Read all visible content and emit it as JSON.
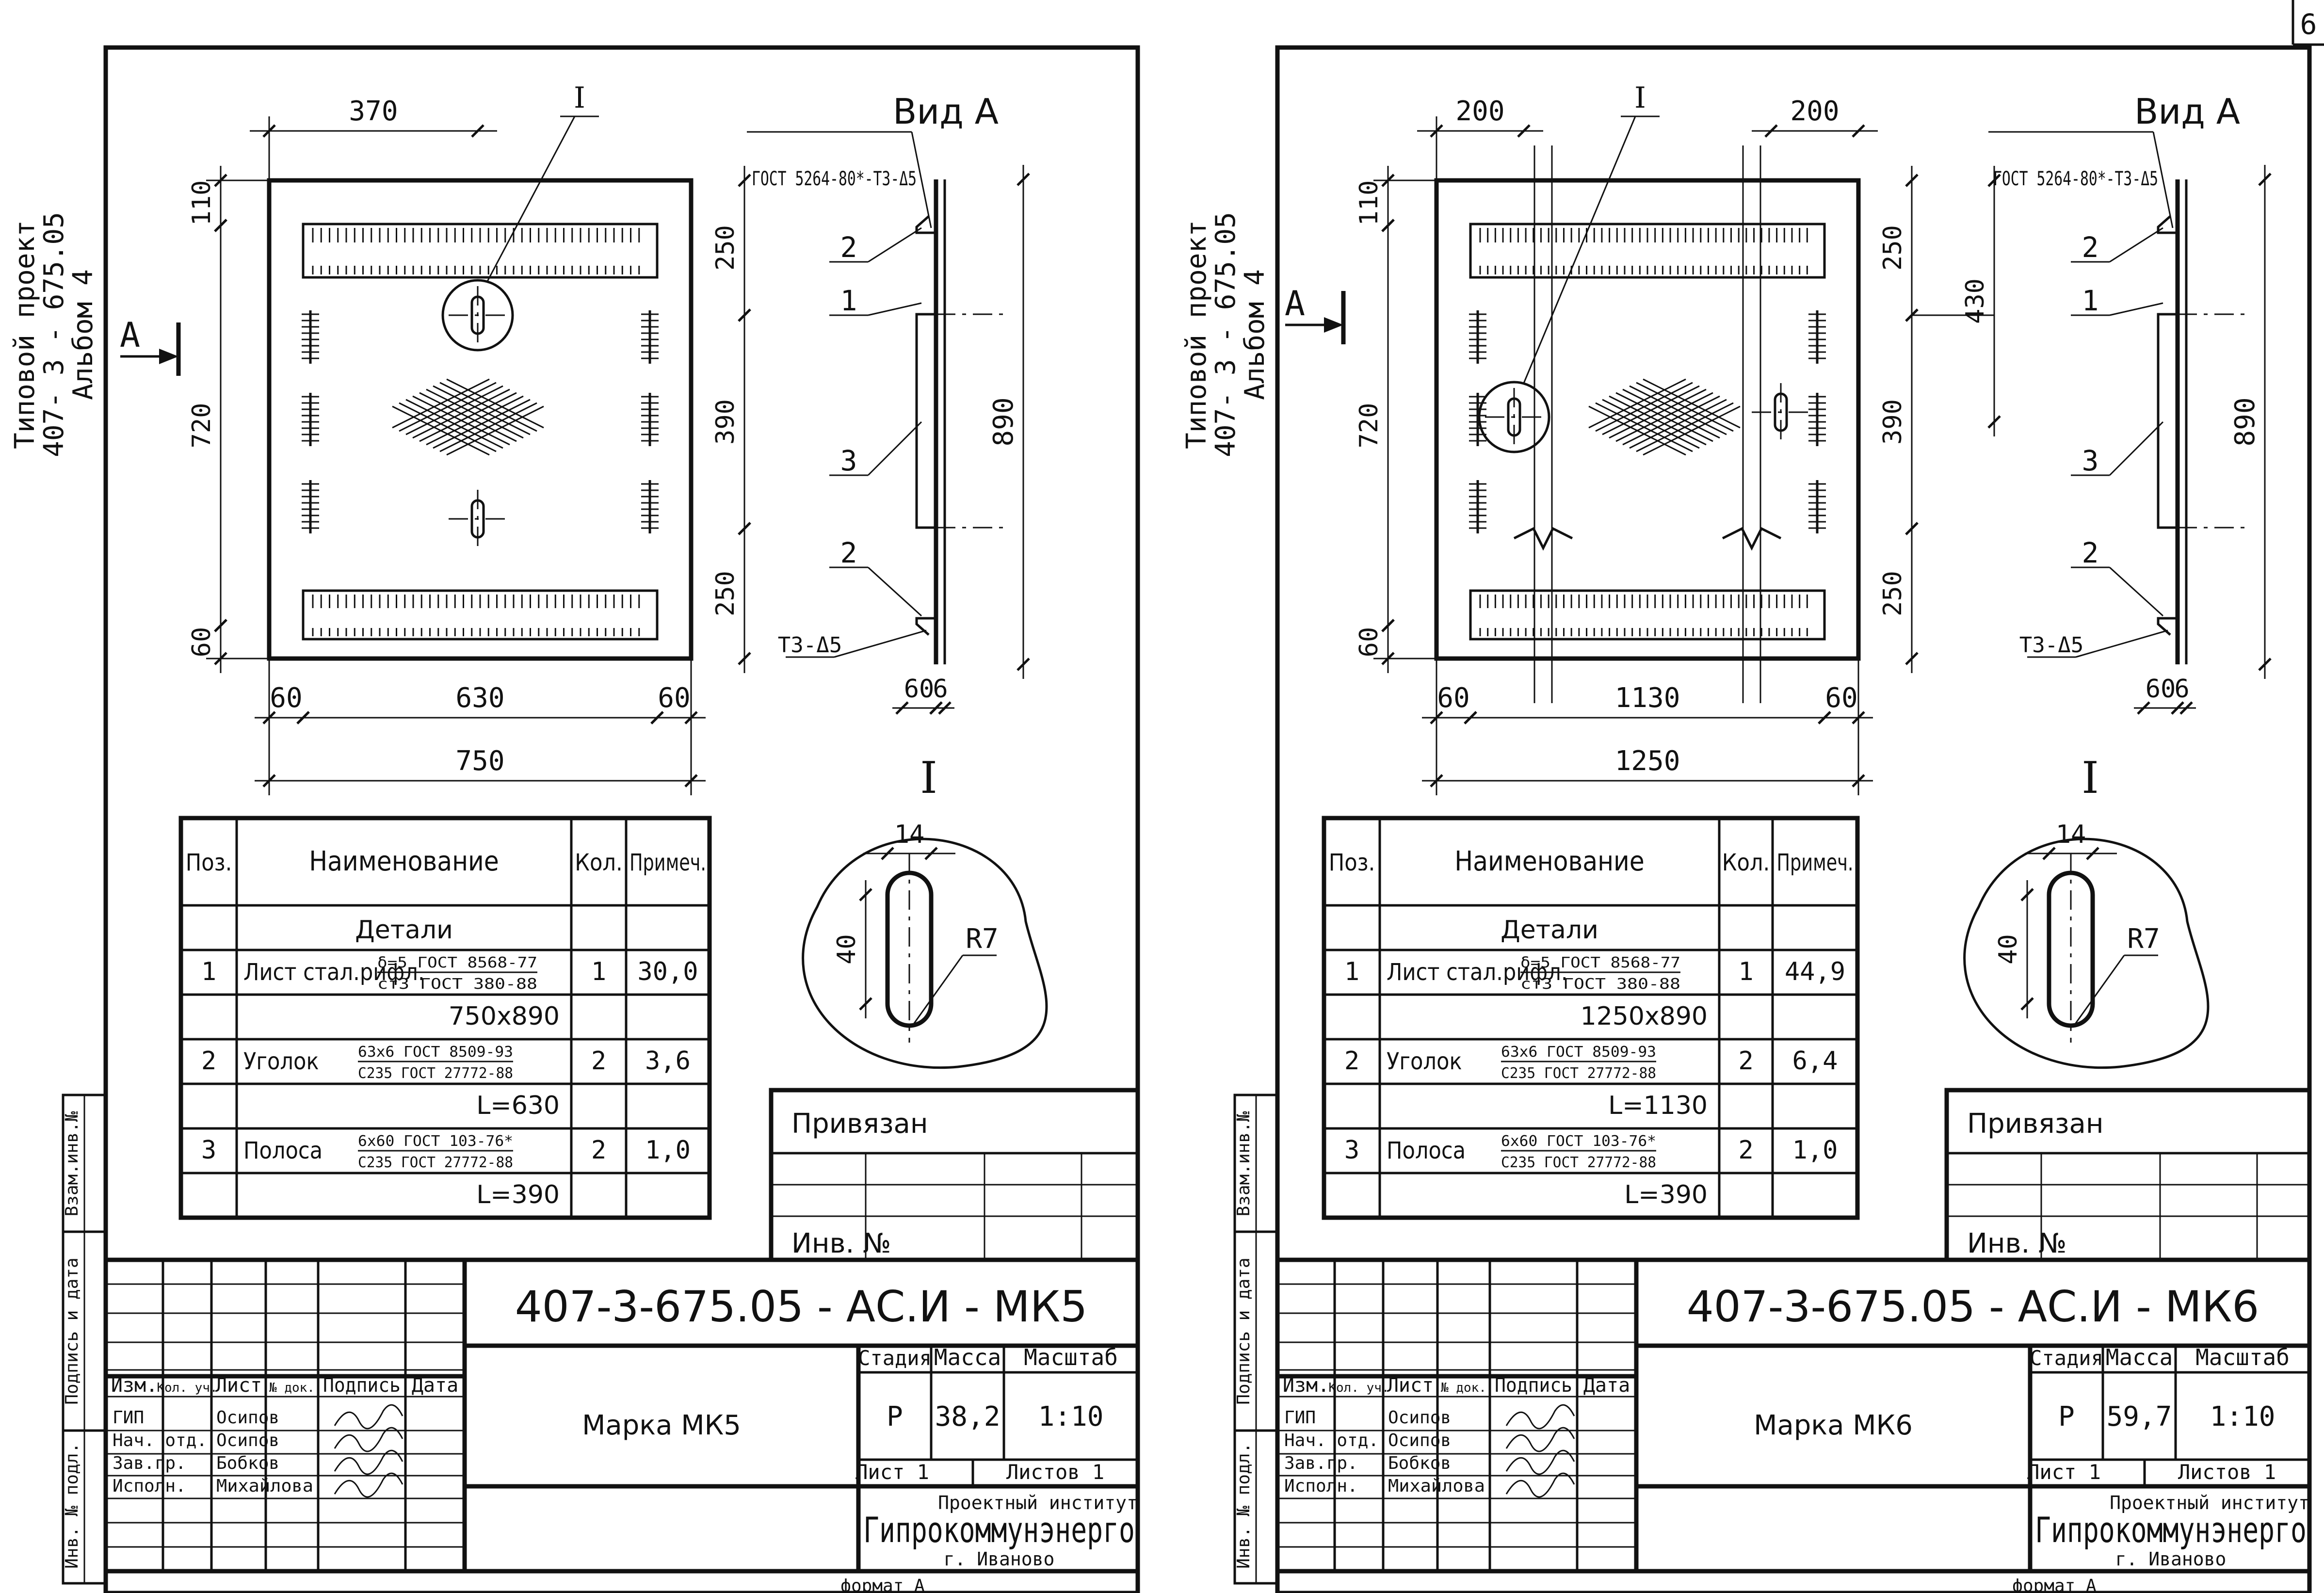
{
  "page_number": "6",
  "sheets": [
    {
      "id": "mk5",
      "side_stamp": [
        "Типовой проект",
        "407- 3 - 675.05",
        "Альбом 4"
      ],
      "side_boxes": [
        "Взам.инв.№",
        "Подпись и дата",
        "Инв. № подл."
      ],
      "marker_a": "А",
      "view_a_title": "Вид А",
      "weld_top": "ГОСТ 5264-80*-Т3-Δ5",
      "weld_bottom": "Т3-Δ5",
      "node_label": "I",
      "node_title": "I",
      "pos_labels": [
        "2",
        "1",
        "3",
        "2"
      ],
      "dims": {
        "top_left": "370",
        "left_top": "110",
        "left_mid": "720",
        "left_bot": "60",
        "right_top": "250",
        "right_mid": "390",
        "right_bot": "250",
        "bottom_left": "60",
        "bottom_mid": "630",
        "bottom_right": "60",
        "bottom_total": "750",
        "view_height": "890",
        "view_left": "60",
        "view_right": "6"
      },
      "detail": {
        "width": "14",
        "height": "40",
        "radius": "R7"
      },
      "spec": {
        "headers": [
          "Поз.",
          "Наименование",
          "Кол.",
          "Примеч."
        ],
        "section": "Детали",
        "rows": [
          {
            "pos": "1",
            "name": "Лист стал.рифл.",
            "frac_top": "δ=5 ГОСТ 8568-77",
            "frac_bottom": "ст3 ГОСТ 380-88",
            "qty": "1",
            "note": "30,0"
          },
          {
            "pos": "",
            "name": "750х890",
            "frac_top": "",
            "frac_bottom": "",
            "qty": "",
            "note": ""
          },
          {
            "pos": "2",
            "name": "Уголок",
            "frac_top": "63х6 ГОСТ 8509-93",
            "frac_bottom": "С235 ГОСТ 27772-88",
            "qty": "2",
            "note": "3,6"
          },
          {
            "pos": "",
            "name": "L=630",
            "frac_top": "",
            "frac_bottom": "",
            "qty": "",
            "note": ""
          },
          {
            "pos": "3",
            "name": "Полоса",
            "frac_top": "6х60 ГОСТ 103-76*",
            "frac_bottom": "С235 ГОСТ 27772-88",
            "qty": "2",
            "note": "1,0"
          },
          {
            "pos": "",
            "name": "L=390",
            "frac_top": "",
            "frac_bottom": "",
            "qty": "",
            "note": ""
          }
        ]
      },
      "tied": {
        "title": "Привязан",
        "inv": "Инв. №"
      },
      "title_block": {
        "code": "407-3-675.05  - АС.И - МК5",
        "name": "Марка МК5",
        "col_headers": [
          "Изм.",
          "Кол. уч.",
          "Лист",
          "№ док.",
          "Подпись",
          "Дата"
        ],
        "people": [
          {
            "role": "ГИП",
            "name": "Осипов"
          },
          {
            "role": "Нач. отд.",
            "name": "Осипов"
          },
          {
            "role": "Зав.гр.",
            "name": "Бобков"
          },
          {
            "role": "Исполн.",
            "name": "Михайлова"
          }
        ],
        "stage_h": "Стадия",
        "mass_h": "Масса",
        "scale_h": "Масштаб",
        "stage": "Р",
        "mass": "38,2",
        "scale": "1:10",
        "sheet": "Лист 1",
        "sheets": "Листов 1",
        "org1": "Проектный институт",
        "org2": "Гипрокоммунэнерго",
        "org3": "г. Иваново",
        "format": "формат А"
      }
    },
    {
      "id": "mk6",
      "side_stamp": [
        "Типовой проект",
        "407- 3 - 675.05",
        "Альбом 4"
      ],
      "side_boxes": [
        "Взам.инв.№",
        "Подпись и дата",
        "Инв. № подл."
      ],
      "marker_a": "А",
      "view_a_title": "Вид А",
      "weld_top": "ГОСТ 5264-80*-Т3-Δ5",
      "weld_bottom": "Т3-Δ5",
      "node_label": "I",
      "node_title": "I",
      "pos_labels": [
        "2",
        "1",
        "3",
        "2"
      ],
      "dims": {
        "top_left": "200",
        "top_right": "200",
        "left_top": "110",
        "left_mid": "720",
        "left_bot": "60",
        "right_top": "250",
        "right_mid": "390",
        "right_bot": "250",
        "right_extra": "430",
        "bottom_left": "60",
        "bottom_mid": "1130",
        "bottom_right": "60",
        "bottom_total": "1250",
        "view_height": "890",
        "view_left": "60",
        "view_right": "6"
      },
      "detail": {
        "width": "14",
        "height": "40",
        "radius": "R7"
      },
      "spec": {
        "headers": [
          "Поз.",
          "Наименование",
          "Кол.",
          "Примеч."
        ],
        "section": "Детали",
        "rows": [
          {
            "pos": "1",
            "name": "Лист стал.рифл.",
            "frac_top": "δ=5 ГОСТ 8568-77",
            "frac_bottom": "ст3 ГОСТ 380-88",
            "qty": "1",
            "note": "44,9"
          },
          {
            "pos": "",
            "name": "1250х890",
            "frac_top": "",
            "frac_bottom": "",
            "qty": "",
            "note": ""
          },
          {
            "pos": "2",
            "name": "Уголок",
            "frac_top": "63х6 ГОСТ 8509-93",
            "frac_bottom": "С235 ГОСТ 27772-88",
            "qty": "2",
            "note": "6,4"
          },
          {
            "pos": "",
            "name": "L=1130",
            "frac_top": "",
            "frac_bottom": "",
            "qty": "",
            "note": ""
          },
          {
            "pos": "3",
            "name": "Полоса",
            "frac_top": "6х60 ГОСТ 103-76*",
            "frac_bottom": "С235 ГОСТ 27772-88",
            "qty": "2",
            "note": "1,0"
          },
          {
            "pos": "",
            "name": "L=390",
            "frac_top": "",
            "frac_bottom": "",
            "qty": "",
            "note": ""
          }
        ]
      },
      "tied": {
        "title": "Привязан",
        "inv": "Инв. №"
      },
      "title_block": {
        "code": "407-3-675.05 -  АС.И - МК6",
        "name": "Марка МК6",
        "col_headers": [
          "Изм.",
          "Кол. уч.",
          "Лист",
          "№ док.",
          "Подпись",
          "Дата"
        ],
        "people": [
          {
            "role": "ГИП",
            "name": "Осипов"
          },
          {
            "role": "Нач. отд.",
            "name": "Осипов"
          },
          {
            "role": "Зав.гр.",
            "name": "Бобков"
          },
          {
            "role": "Исполн.",
            "name": "Михайлова"
          }
        ],
        "stage_h": "Стадия",
        "mass_h": "Масса",
        "scale_h": "Масштаб",
        "stage": "Р",
        "mass": "59,7",
        "scale": "1:10",
        "sheet": "Лист 1",
        "sheets": "Листов 1",
        "org1": "Проектный институт",
        "org2": "Гипрокоммунэнерго",
        "org3": "г. Иваново",
        "format": "формат А"
      }
    }
  ]
}
